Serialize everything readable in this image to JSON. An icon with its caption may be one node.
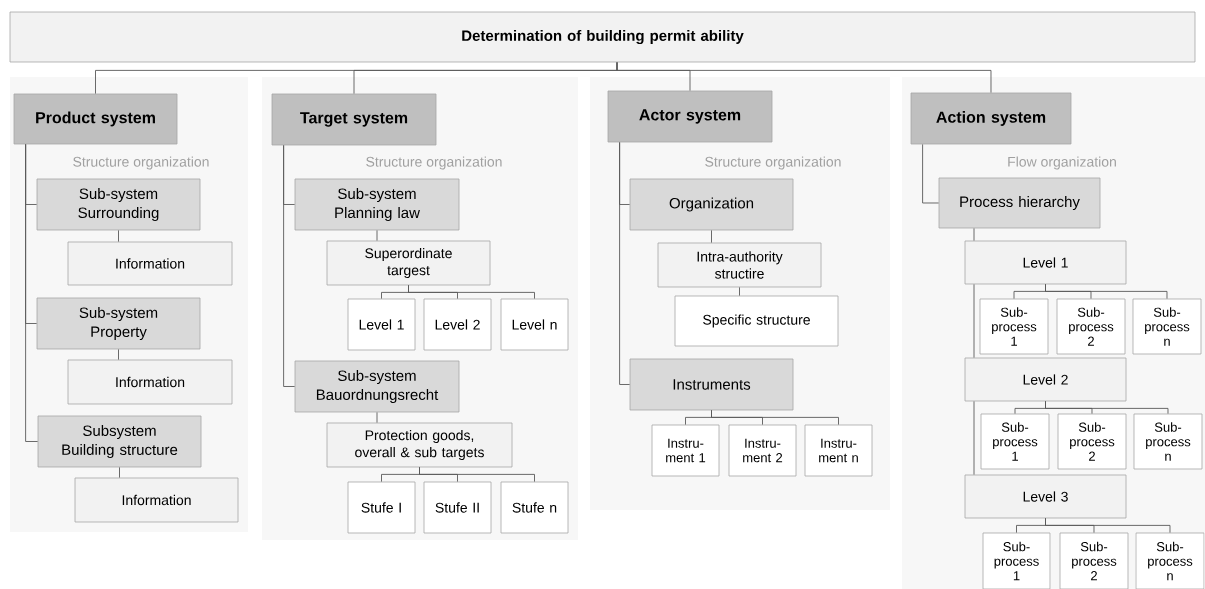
{
  "diagram": {
    "nodes": [
      {
        "text": [
          "Determination of building permit ability"
        ]
      },
      {
        "text": [
          "Structure organization"
        ]
      },
      {
        "text": [
          "Product system"
        ],
        "in": 1
      },
      {
        "text": [
          "Sub-system Surrounding"
        ],
        "in": 1
      },
      {
        "text": [
          "Information"
        ],
        "in": 1
      },
      {
        "text": [
          "Sub-system Property"
        ],
        "in": 1
      },
      {
        "text": [
          "Information"
        ],
        "in": 1
      },
      {
        "text": [
          "Subsystem Building structure"
        ],
        "in": 1
      },
      {
        "text": [
          "Information"
        ],
        "in": 1
      },
      {
        "text": [
          "Structure organization"
        ]
      },
      {
        "text": [
          "Target system"
        ],
        "in": 9
      },
      {
        "text": [
          "Sub-system Planning law"
        ],
        "in": 9
      },
      {
        "text": [
          "Superordinate targest"
        ],
        "in": 9
      },
      {
        "text": [
          "Level 1"
        ],
        "in": 9
      },
      {
        "text": [
          "Level 2"
        ],
        "in": 9
      },
      {
        "text": [
          "Level n"
        ],
        "in": 9
      },
      {
        "text": [
          "Sub-system Bauordnungsrecht"
        ],
        "in": 9
      },
      {
        "text": [
          "Protection goods, overall & sub targets"
        ],
        "in": 9
      },
      {
        "text": [
          "Stufe I"
        ],
        "in": 9
      },
      {
        "text": [
          "Stufe II"
        ],
        "in": 9
      },
      {
        "text": [
          "Stufe n"
        ],
        "in": 9
      },
      {
        "text": [
          "Structure organization"
        ]
      },
      {
        "text": [
          "Actor system"
        ],
        "in": 21
      },
      {
        "text": [
          "Organization"
        ],
        "in": 21
      },
      {
        "text": [
          "Intra-authority structire"
        ],
        "in": 21
      },
      {
        "text": [
          "Specific structure"
        ],
        "in": 21
      },
      {
        "text": [
          "Instruments"
        ],
        "in": 21
      },
      {
        "text": [
          "Instru- ment 1"
        ],
        "in": 21
      },
      {
        "text": [
          "Instru- ment 2"
        ],
        "in": 21
      },
      {
        "text": [
          "Instru- ment n"
        ],
        "in": 21
      },
      {
        "text": [
          "Flow organization"
        ]
      },
      {
        "text": [
          "Action system"
        ],
        "in": 30
      },
      {
        "text": [
          "Process hierarchy"
        ],
        "in": 30
      },
      {
        "text": [
          "Level 1"
        ],
        "in": 30
      },
      {
        "text": [
          "Sub- process 1"
        ],
        "in": 30
      },
      {
        "text": [
          "Sub- process 2"
        ],
        "in": 30
      },
      {
        "text": [
          "Sub- process n"
        ],
        "in": 30
      },
      {
        "text": [
          "Level 2"
        ],
        "in": 30
      },
      {
        "text": [
          "Sub- process 1"
        ],
        "in": 30
      },
      {
        "text": [
          "Sub- process 2"
        ],
        "in": 30
      },
      {
        "text": [
          "Sub- process n"
        ],
        "in": 30
      },
      {
        "text": [
          "Level 3"
        ],
        "in": 30
      },
      {
        "text": [
          "Sub- process 1"
        ],
        "in": 30
      },
      {
        "text": [
          "Sub- process 2"
        ],
        "in": 30
      },
      {
        "text": [
          "Sub- process n"
        ],
        "in": 30
      }
    ],
    "edges": [
      {
        "from": 0,
        "to": 2,
        "arrow": "none"
      },
      {
        "from": 0,
        "to": 10,
        "arrow": "none"
      },
      {
        "from": 0,
        "to": 22,
        "arrow": "none"
      },
      {
        "from": 0,
        "to": 31,
        "arrow": "none"
      },
      {
        "from": 2,
        "to": 3,
        "arrow": "none"
      },
      {
        "from": 3,
        "to": 4,
        "arrow": "none"
      },
      {
        "from": 2,
        "to": 5,
        "arrow": "none"
      },
      {
        "from": 5,
        "to": 6,
        "arrow": "none"
      },
      {
        "from": 2,
        "to": 7,
        "arrow": "none"
      },
      {
        "from": 7,
        "to": 8,
        "arrow": "none"
      },
      {
        "from": 10,
        "to": 11,
        "arrow": "none"
      },
      {
        "from": 11,
        "to": 12,
        "arrow": "none"
      },
      {
        "from": 12,
        "to": 13,
        "arrow": "none"
      },
      {
        "from": 12,
        "to": 14,
        "arrow": "none"
      },
      {
        "from": 12,
        "to": 15,
        "arrow": "none"
      },
      {
        "from": 10,
        "to": 16,
        "arrow": "none"
      },
      {
        "from": 16,
        "to": 17,
        "arrow": "none"
      },
      {
        "from": 17,
        "to": 18,
        "arrow": "none"
      },
      {
        "from": 17,
        "to": 19,
        "arrow": "none"
      },
      {
        "from": 17,
        "to": 20,
        "arrow": "none"
      },
      {
        "from": 22,
        "to": 23,
        "arrow": "none"
      },
      {
        "from": 23,
        "to": 24,
        "arrow": "none"
      },
      {
        "from": 24,
        "to": 25,
        "arrow": "none"
      },
      {
        "from": 22,
        "to": 26,
        "arrow": "none"
      },
      {
        "from": 26,
        "to": 27,
        "arrow": "none"
      },
      {
        "from": 26,
        "to": 28,
        "arrow": "none"
      },
      {
        "from": 26,
        "to": 29,
        "arrow": "none"
      },
      {
        "from": 31,
        "to": 32,
        "arrow": "none"
      },
      {
        "from": 32,
        "to": 33,
        "arrow": "none"
      },
      {
        "from": 33,
        "to": 34,
        "arrow": "none"
      },
      {
        "from": 33,
        "to": 35,
        "arrow": "none"
      },
      {
        "from": 33,
        "to": 36,
        "arrow": "none"
      },
      {
        "from": 33,
        "to": 37,
        "arrow": "none"
      },
      {
        "from": 37,
        "to": 38,
        "arrow": "none"
      },
      {
        "from": 37,
        "to": 39,
        "arrow": "none"
      },
      {
        "from": 37,
        "to": 40,
        "arrow": "none"
      },
      {
        "from": 37,
        "to": 41,
        "arrow": "none"
      },
      {
        "from": 41,
        "to": 42,
        "arrow": "none"
      },
      {
        "from": 41,
        "to": 43,
        "arrow": "none"
      },
      {
        "from": 41,
        "to": 44,
        "arrow": "none"
      }
    ]
  }
}
